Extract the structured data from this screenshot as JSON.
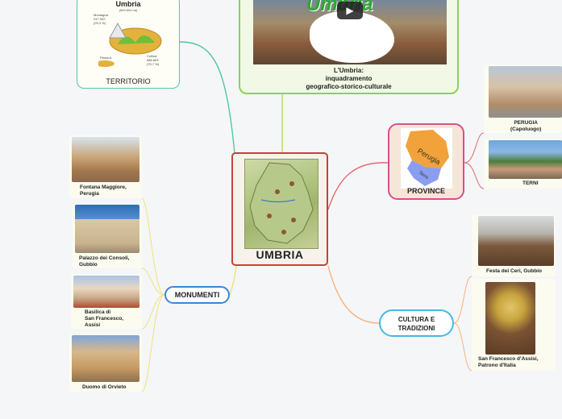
{
  "central": {
    "title": "UMBRIA",
    "map_icon": "umbria-map"
  },
  "territorio": {
    "title": "Umbria",
    "subtitle": "(845.604 ha)",
    "label_montagna": "Montagna\n247.002\n(29,3 %)",
    "label_pianura": "Pianura\n...",
    "label_collina": "Collina\n586.603\n(70,7 %)",
    "caption": "TERRITORIO",
    "colors": {
      "hills": "#6fbf3a",
      "plain": "#e3b23c",
      "mountain": "#e9e9e9"
    }
  },
  "inquadramento": {
    "video_title": "Umbria",
    "play_icon": "play-icon",
    "caption_line1": "L'Umbria:",
    "caption_line2": "inquadramento",
    "caption_line3": "geografico-storico-culturale"
  },
  "province": {
    "label": "PROVINCE",
    "perugia": "Perugia",
    "terni": "Terni",
    "colors": {
      "perugia": "#f2a23a",
      "terni": "#8a9df0"
    }
  },
  "monumenti": {
    "label": "MONUMENTI",
    "items": [
      {
        "caption": "Fontana Maggiore,\nPerugia"
      },
      {
        "caption": "Palazzo dei Consoli,\nGubbio"
      },
      {
        "caption": "Basilica di\nSan Francesco,\nAssisi"
      },
      {
        "caption": "Duomo di Orvieto"
      }
    ]
  },
  "province_items": [
    {
      "caption": "PERUGIA\n(Capoluogo)"
    },
    {
      "caption": "TERNI"
    }
  ],
  "cultura": {
    "label_line1": "CULTURA E",
    "label_line2": "TRADIZIONI",
    "items": [
      {
        "caption": "Festa dei Ceri, Gubbio"
      },
      {
        "caption": "San Francesco d'Assisi,\nPatrono d'Italia"
      }
    ]
  },
  "link_colors": {
    "territorio": "#4fc7a3",
    "inquadramento": "#b9d956",
    "province": "#e06a6a",
    "monumenti": "#f0e27a",
    "cultura": "#f7b27a"
  }
}
